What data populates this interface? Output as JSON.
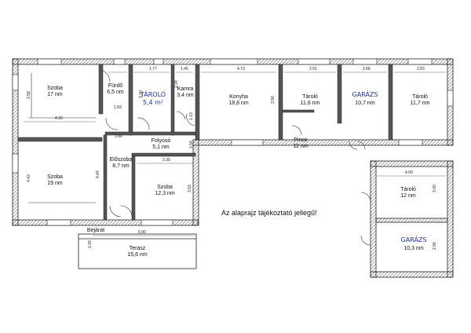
{
  "rooms": {
    "szoba1": {
      "name": "Szoba",
      "area": "17 nm"
    },
    "furdo": {
      "name": "Fürdő",
      "area": "6,5 nm"
    },
    "taroloHand": {
      "name": "TÁROLÓ",
      "area": "5,4 m²"
    },
    "kamra": {
      "name": "Kamra",
      "area": "3,4 nm"
    },
    "konyha": {
      "name": "Konyha",
      "area": "18,8 nm"
    },
    "tarolo1": {
      "name": "Tároló",
      "area": "11,6 nm"
    },
    "garazs1": {
      "name": "GARÁZS",
      "area": "10,7 nm"
    },
    "tarolo2": {
      "name": "Tároló",
      "area": "11,7 nm"
    },
    "folyoso": {
      "name": "Folyosó",
      "area": "5,1 nm"
    },
    "pince": {
      "name": "Pince",
      "area": "12 nm"
    },
    "szoba2": {
      "name": "Szoba",
      "area": "19 nm"
    },
    "eloszoba": {
      "name": "Előszoba",
      "area": "8,7 nm"
    },
    "szoba3": {
      "name": "Szoba",
      "area": "12,3 nm"
    },
    "tarolo3": {
      "name": "Tároló",
      "area": "12 nm"
    },
    "garazs2": {
      "name": "GARÁZS",
      "area": "10,3 nm"
    },
    "terasz": {
      "name": "Terasz",
      "area": "15,6 nm"
    }
  },
  "bejarat": "Bejárat",
  "note": "Az alaprajz tájékoztató jellegű!",
  "dims": {
    "d430": "4.30",
    "d358": "3.58",
    "d442": "4.42",
    "d484": "4.84",
    "d177": "1.77",
    "d145": "1.45",
    "d473": "4.73",
    "d291": "2.91",
    "d268": "2.68",
    "d283": "2.83",
    "d183": "1.83",
    "d180": "1.80",
    "d339": "3.39",
    "d353": "3.53",
    "d400": "4.00",
    "d300": "3.00",
    "d256": "2.56",
    "d690": "6.90",
    "d229": "2.29",
    "d113": "1.13",
    "d154": "1.54",
    "d396": "3.96",
    "d330": "3.30",
    "d234": "2.34"
  }
}
